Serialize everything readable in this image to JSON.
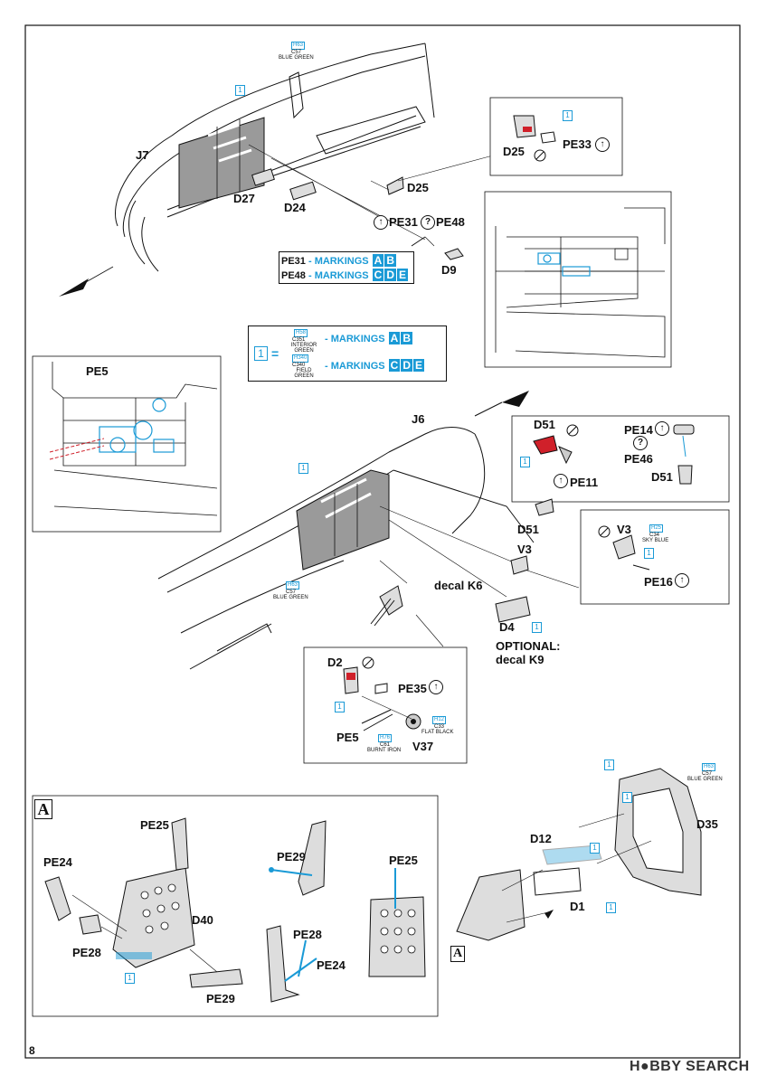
{
  "page_number": "8",
  "watermark": "H●BBY SEARCH",
  "paint_codes": {
    "blue_green": {
      "h": "H63",
      "c": "C57",
      "name": "BLUE GREEN"
    },
    "interior_green": {
      "h": "H58",
      "c": "C351",
      "name": "INTERIOR GREEN"
    },
    "field_green": {
      "h": "H340",
      "c": "C340",
      "name": "FIELD GREEN"
    },
    "sky_blue": {
      "h": "H25",
      "c": "C34",
      "name": "SKY BLUE"
    },
    "flat_black": {
      "h": "H12",
      "c": "C33",
      "name": "FLAT BLACK"
    },
    "burnt_iron": {
      "h": "H76",
      "c": "C61",
      "name": "BURNT IRON"
    }
  },
  "legend": {
    "key": "1",
    "equals": "=",
    "row1": {
      "text": "- MARKINGS",
      "letters": [
        "A",
        "B"
      ]
    },
    "row2": {
      "text": "- MARKINGS",
      "letters": [
        "C",
        "D",
        "E"
      ]
    }
  },
  "pe_markings": {
    "row1": {
      "part": "PE31",
      "text": "- MARKINGS",
      "letters": [
        "A",
        "B"
      ]
    },
    "row2": {
      "part": "PE48",
      "text": "- MARKINGS",
      "letters": [
        "C",
        "D",
        "E"
      ]
    }
  },
  "labels": {
    "j7": "J7",
    "d27": "D27",
    "d24": "D24",
    "d25a": "D25",
    "d25b": "D25",
    "pe33": "PE33",
    "pe31": "PE31",
    "pe48": "PE48",
    "d9": "D9",
    "pe5_inset": "PE5",
    "j6": "J6",
    "d51a": "D51",
    "pe11": "PE11",
    "pe14": "PE14",
    "pe46": "PE46",
    "d51b": "D51",
    "d51c": "D51",
    "v3a": "V3",
    "v3b": "V3",
    "pe16": "PE16",
    "decal_k6": "decal K6",
    "d4": "D4",
    "optional": "OPTIONAL:",
    "decal_k9": "decal K9",
    "d2": "D2",
    "pe35": "PE35",
    "pe5": "PE5",
    "v37": "V37",
    "section_a": "A",
    "section_a2": "A",
    "pe25a": "PE25",
    "pe24a": "PE24",
    "pe28a": "PE28",
    "d40": "D40",
    "pe29a": "PE29",
    "pe29b": "PE29",
    "pe28b": "PE28",
    "pe24b": "PE24",
    "pe25b": "PE25",
    "d12": "D12",
    "d35": "D35",
    "d1": "D1",
    "one": "1"
  },
  "icons": {
    "fold": "↑",
    "question": "?",
    "slash": "∕"
  },
  "colors": {
    "accent_blue": "#1a9ad6",
    "part_red": "#d0202a",
    "line": "#111111",
    "panel_grey": "#9a9a9a"
  }
}
